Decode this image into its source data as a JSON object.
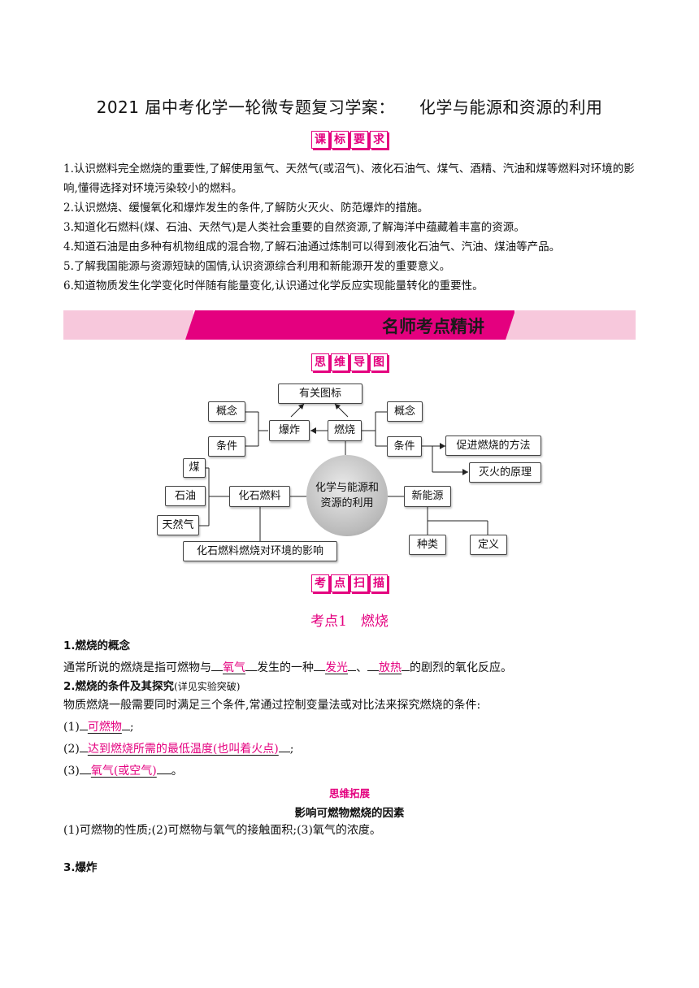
{
  "doc": {
    "title_left": "2021 届中考化学一轮微专题复习学案：",
    "title_right": "化学与能源和资源的利用"
  },
  "section1": {
    "heading_chars": [
      "课",
      "标",
      "要",
      "求"
    ],
    "items": [
      "1.认识燃料完全燃烧的重要性,了解使用氢气、天然气(或沼气)、液化石油气、煤气、酒精、汽油和煤等燃料对环境的影响,懂得选择对环境污染较小的燃料。",
      "2.认识燃烧、缓慢氧化和爆炸发生的条件,了解防火灭火、防范爆炸的措施。",
      "3.知道化石燃料(煤、石油、天然气)是人类社会重要的自然资源,了解海洋中蕴藏着丰富的资源。",
      "4.知道石油是由多种有机物组成的混合物,了解石油通过炼制可以得到液化石油气、汽油、煤油等产品。",
      "5.了解我国能源与资源短缺的国情,认识资源综合利用和新能源开发的重要意义。",
      "6.知道物质发生化学变化时伴随有能量变化,认识通过化学反应实现能量转化的重要性。"
    ]
  },
  "banner": {
    "text": "名师考点精讲"
  },
  "mindmap": {
    "heading_chars": [
      "思",
      "维",
      "导",
      "图"
    ],
    "center": "化学与能源和资源的利用",
    "center_line1": "化学与能源和",
    "center_line2": "资源的利用",
    "nodes": {
      "icons": "有关图标",
      "explosion": "爆炸",
      "combustion": "燃烧",
      "concept_left": "概念",
      "condition_left": "条件",
      "concept_right": "概念",
      "condition_right": "条件",
      "promote": "促进燃烧的方法",
      "extinguish": "灭火的原理",
      "coal": "煤",
      "oil": "石油",
      "gas": "天然气",
      "fossil": "化石燃料",
      "new_energy": "新能源",
      "kinds": "种类",
      "definition": "定义",
      "impact": "化石燃料燃烧对环境的影响"
    }
  },
  "scan": {
    "heading_chars": [
      "考",
      "点",
      "扫",
      "描"
    ]
  },
  "kaodian1": {
    "title": "考点1　燃烧",
    "h1": "1.燃烧的概念",
    "p1_a": "通常所说的燃烧是指可燃物与",
    "p1_ans1": "氧气",
    "p1_b": "发生的一种",
    "p1_ans2": "发光",
    "p1_c": "、",
    "p1_ans3": "放热",
    "p1_d": "的剧烈的氧化反应。",
    "h2": "2.燃烧的条件及其探究",
    "h2_note": "(详见实验突破)",
    "p2": "物质燃烧一般需要同时满足三个条件,常通过控制变量法或对比法来探究燃烧的条件:",
    "c1_num": "(1)",
    "c1_ans": "可燃物",
    "c1_end": ";",
    "c2_num": "(2)",
    "c2_ans": "达到燃烧所需的最低温度(也叫着火点)",
    "c2_end": ";",
    "c3_num": "(3)",
    "c3_ans": "氧气(或空气)",
    "c3_end": "。"
  },
  "extension": {
    "label": "思维拓展",
    "title": "影响可燃物燃烧的因素",
    "text": "(1)可燃物的性质;(2)可燃物与氧气的接触面积;(3)氧气的浓度。"
  },
  "h3": "3.爆炸"
}
